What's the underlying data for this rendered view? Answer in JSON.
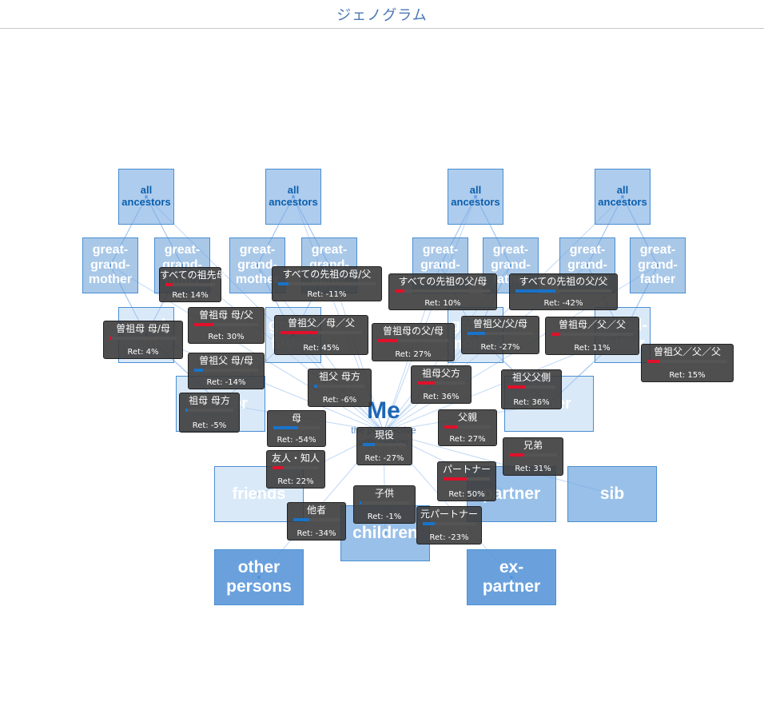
{
  "title": "ジェノグラム",
  "me": {
    "label": "Me",
    "subtitle_1": "the perspective",
    "subtitle_2": "with weaver"
  },
  "colors": {
    "positive": "#e0102b",
    "negative": "#1a73c8",
    "box_border": "#4a8ed2",
    "link": "#8cb8f0"
  },
  "boxes": [
    {
      "id": "anc-1",
      "lines": [
        "all",
        "ancestors"
      ]
    },
    {
      "id": "anc-2",
      "lines": [
        "all",
        "ancestors"
      ]
    },
    {
      "id": "anc-3",
      "lines": [
        "all",
        "ancestors"
      ]
    },
    {
      "id": "anc-4",
      "lines": [
        "all",
        "ancestors"
      ]
    },
    {
      "id": "ggm-1",
      "lines": [
        "great-",
        "grand-",
        "mother"
      ]
    },
    {
      "id": "ggf-1",
      "lines": [
        "great-",
        "grand-",
        "father"
      ]
    },
    {
      "id": "ggm-2",
      "lines": [
        "great-",
        "grand-",
        "mother"
      ]
    },
    {
      "id": "ggf-2",
      "lines": [
        "great-",
        "grand-",
        "father"
      ]
    },
    {
      "id": "ggm-3",
      "lines": [
        "great-",
        "grand-",
        "mother"
      ]
    },
    {
      "id": "ggf-3",
      "lines": [
        "great-",
        "grand-",
        "father"
      ]
    },
    {
      "id": "ggm-4",
      "lines": [
        "great-",
        "grand-",
        "mother"
      ]
    },
    {
      "id": "ggf-4",
      "lines": [
        "great-",
        "grand-",
        "father"
      ]
    },
    {
      "id": "gm-1",
      "lines": [
        "grand-",
        "mother"
      ]
    },
    {
      "id": "gf-1",
      "lines": [
        "grand-",
        "father"
      ]
    },
    {
      "id": "gm-2",
      "lines": [
        "grand-",
        "mother"
      ]
    },
    {
      "id": "gf-2",
      "lines": [
        "grand-",
        "father"
      ]
    },
    {
      "id": "mother",
      "lines": [
        "mother"
      ]
    },
    {
      "id": "father",
      "lines": [
        "father"
      ]
    },
    {
      "id": "friends",
      "lines": [
        "friends"
      ]
    },
    {
      "id": "partner",
      "lines": [
        "partner"
      ]
    },
    {
      "id": "sib",
      "lines": [
        "sib"
      ]
    },
    {
      "id": "children",
      "lines": [
        "children"
      ]
    },
    {
      "id": "other-persons",
      "lines": [
        "other",
        "persons"
      ]
    },
    {
      "id": "ex-partner",
      "lines": [
        "ex-",
        "partner"
      ]
    }
  ],
  "tooltips": [
    {
      "label": "すべての祖先母",
      "ret": "Ret: 14%",
      "value": 14
    },
    {
      "label": "すべての先祖の母/父",
      "ret": "Ret: -11%",
      "value": -11
    },
    {
      "label": "すべての先祖の父/母",
      "ret": "Ret: 10%",
      "value": 10
    },
    {
      "label": "すべての先祖の父/父",
      "ret": "Ret: -42%",
      "value": -42
    },
    {
      "label": "曽祖母 母/父",
      "ret": "Ret: 30%",
      "value": 30
    },
    {
      "label": "曽祖母 母/母",
      "ret": "Ret: 4%",
      "value": 4
    },
    {
      "label": "曽祖父／母／父",
      "ret": "Ret: 45%",
      "value": 45
    },
    {
      "label": "曽祖母の父/母",
      "ret": "Ret: 27%",
      "value": 27
    },
    {
      "label": "曽祖父/父/母",
      "ret": "Ret: -27%",
      "value": -27
    },
    {
      "label": "曽祖母／父／父",
      "ret": "Ret: 11%",
      "value": 11
    },
    {
      "label": "曽祖父／父／父",
      "ret": "Ret: 15%",
      "value": 15
    },
    {
      "label": "曽祖父 母/母",
      "ret": "Ret: -14%",
      "value": -14
    },
    {
      "label": "祖父 母方",
      "ret": "Ret: -6%",
      "value": -6
    },
    {
      "label": "祖母父方",
      "ret": "Ret: 36%",
      "value": 36
    },
    {
      "label": "祖父父側",
      "ret": "Ret: 36%",
      "value": 36
    },
    {
      "label": "祖母 母方",
      "ret": "Ret: -5%",
      "value": -5
    },
    {
      "label": "母",
      "ret": "Ret: -54%",
      "value": -54
    },
    {
      "label": "父親",
      "ret": "Ret: 27%",
      "value": 27
    },
    {
      "label": "現役",
      "ret": "Ret: -27%",
      "value": -27
    },
    {
      "label": "兄弟",
      "ret": "Ret: 31%",
      "value": 31
    },
    {
      "label": "友人・知人",
      "ret": "Ret: 22%",
      "value": 22
    },
    {
      "label": "パートナー",
      "ret": "Ret: 50%",
      "value": 50
    },
    {
      "label": "子供",
      "ret": "Ret: -1%",
      "value": -1
    },
    {
      "label": "他者",
      "ret": "Ret: -34%",
      "value": -34
    },
    {
      "label": "元パートナー",
      "ret": "Ret: -23%",
      "value": -23
    }
  ]
}
